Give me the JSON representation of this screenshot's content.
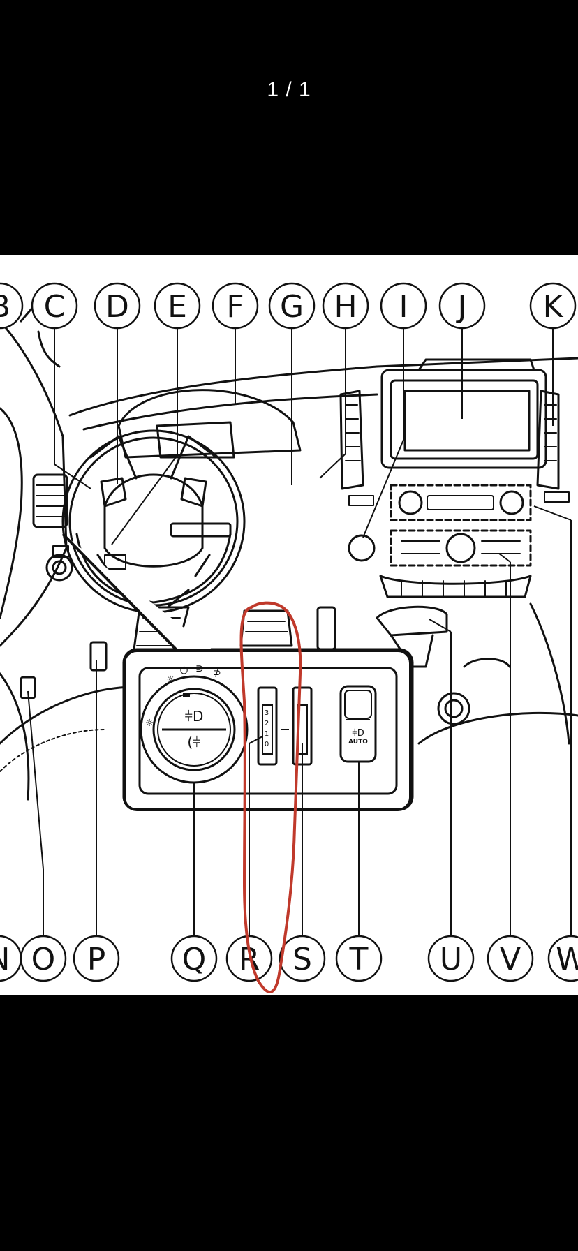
{
  "viewer": {
    "page_counter": "1 / 1"
  },
  "diagram": {
    "top_labels": [
      "B",
      "C",
      "D",
      "E",
      "F",
      "G",
      "H",
      "I",
      "J",
      "K"
    ],
    "bottom_labels": [
      "N",
      "O",
      "P",
      "Q",
      "R",
      "S",
      "T",
      "U",
      "V",
      "W"
    ],
    "light_switch_icons": [
      "☼",
      "⏻",
      "⋑",
      "⊅",
      "☼"
    ],
    "level_scale": [
      "3",
      "2",
      "1",
      "0"
    ],
    "auto_button_text": "AUTO",
    "annotation_color": "#c0392b"
  }
}
